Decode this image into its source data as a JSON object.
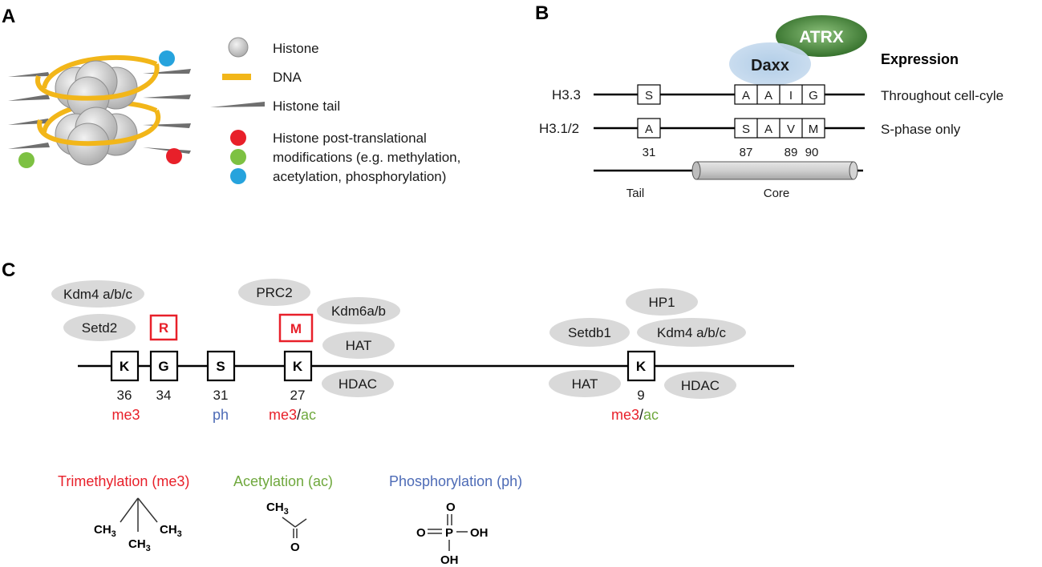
{
  "colors": {
    "histone": "#bdbdbd",
    "dna": "#f2b619",
    "tail": "#6f6f6f",
    "mod_red": "#e8202a",
    "mod_green": "#7dc142",
    "mod_blue": "#26a3dd",
    "me3": "#e8202a",
    "ac": "#6fa83d",
    "ph": "#4d6bb6",
    "enzyme_fill": "#d9d9d9",
    "daxx": "#9dbfdf",
    "atrx": "#3a7a2e"
  },
  "panelA": {
    "label": "A",
    "legend": {
      "histone": "Histone",
      "dna": "DNA",
      "tail": "Histone tail",
      "ptm_line1": "Histone post-translational",
      "ptm_line2": "modifications (e.g. methylation,",
      "ptm_line3": "acetylation, phosphorylation)"
    }
  },
  "panelB": {
    "label": "B",
    "atrx": "ATRX",
    "daxx": "Daxx",
    "expression_header": "Expression",
    "rows": [
      {
        "name": "H3.3",
        "residues": [
          "S",
          "A",
          "A",
          "I",
          "G"
        ],
        "expression": "Throughout cell-cyle"
      },
      {
        "name": "H3.1/2",
        "residues": [
          "A",
          "S",
          "A",
          "V",
          "M"
        ],
        "expression": "S-phase only"
      }
    ],
    "positions": {
      "p31": "31",
      "p87": "87",
      "p89": "89",
      "p90": "90"
    },
    "tail": "Tail",
    "core": "Core"
  },
  "panelC": {
    "label": "C",
    "residues": {
      "k36": {
        "letter": "K",
        "pos": "36"
      },
      "g34": {
        "letter": "G",
        "pos": "34"
      },
      "s31": {
        "letter": "S",
        "pos": "31"
      },
      "k27": {
        "letter": "K",
        "pos": "27"
      },
      "k9": {
        "letter": "K",
        "pos": "9"
      }
    },
    "mutations": {
      "r": "R",
      "m": "M"
    },
    "marks": {
      "me3": "me3",
      "ph": "ph",
      "ac": "ac",
      "slash": "/"
    },
    "enzymes": {
      "kdm4_left": "Kdm4 a/b/c",
      "setd2": "Setd2",
      "prc2": "PRC2",
      "kdm6": "Kdm6a/b",
      "hat_mid": "HAT",
      "hdac_mid": "HDAC",
      "setdb1": "Setdb1",
      "hp1": "HP1",
      "kdm4_right": "Kdm4 a/b/c",
      "hat_right": "HAT",
      "hdac_right": "HDAC"
    },
    "legend": {
      "trimethylation": "Trimethylation (me3)",
      "acetylation": "Acetylation (ac)",
      "phosphorylation": "Phosphorylation (ph)"
    },
    "chem": {
      "ch3": "CH",
      "three": "3",
      "o": "O",
      "p": "P",
      "oh": "OH"
    }
  }
}
